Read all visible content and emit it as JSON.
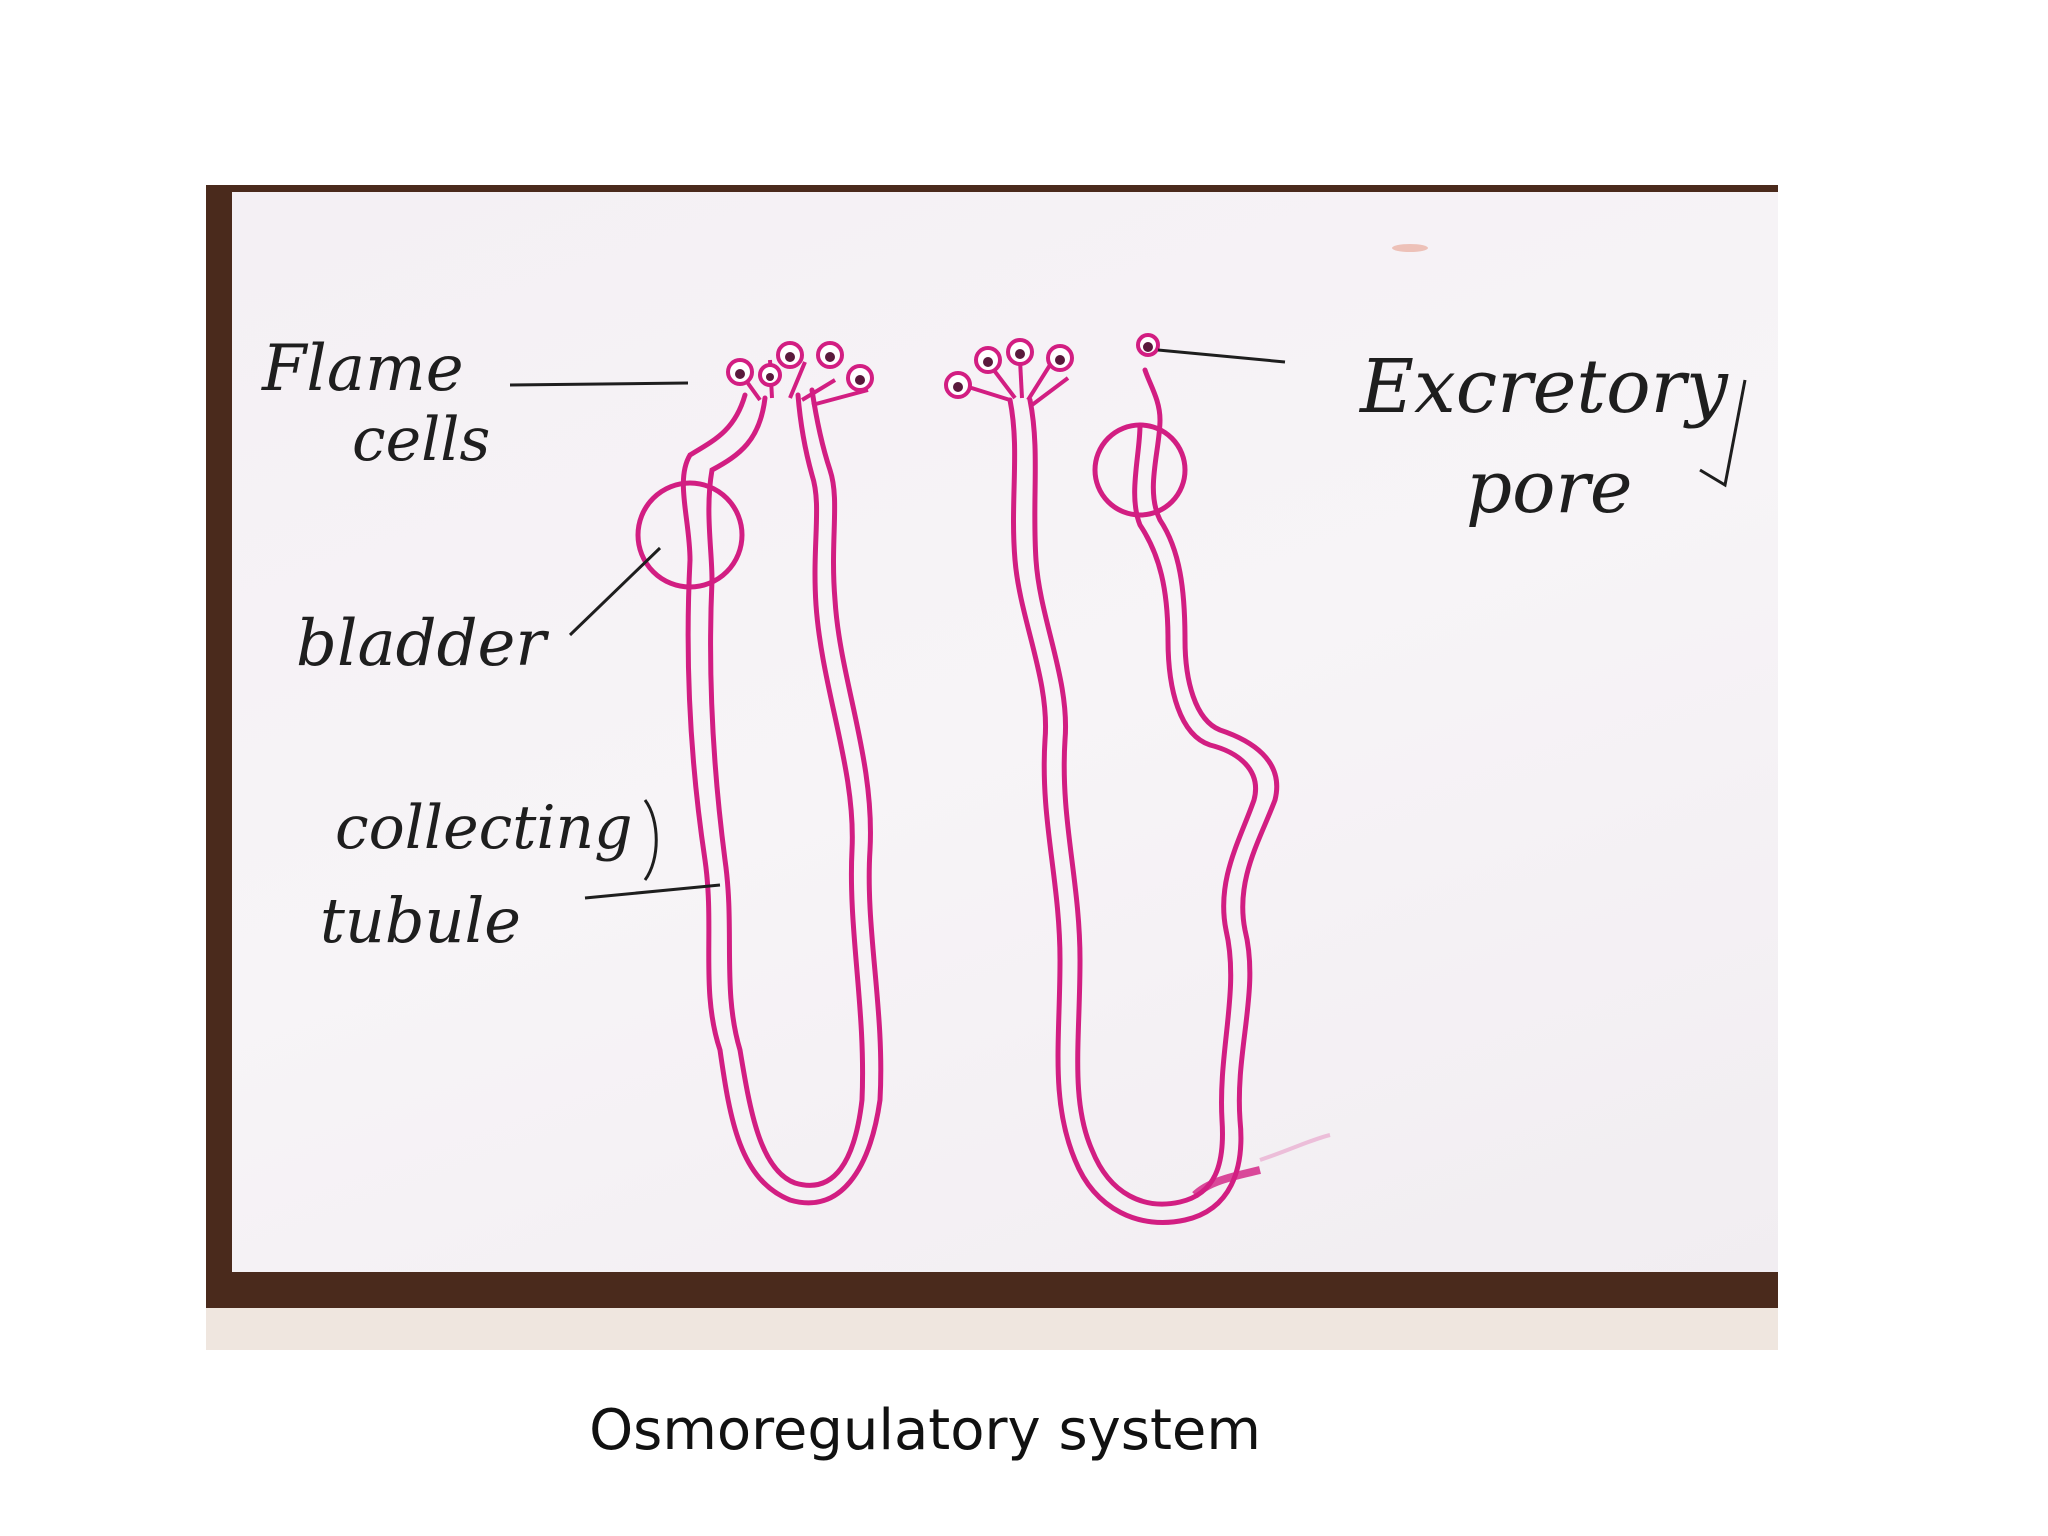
{
  "labels": {
    "flame_cells_line1": "Flame",
    "flame_cells_line2": "cells",
    "bladder": "bladder",
    "collecting_tubule_line1": "collecting",
    "collecting_tubule_line2": "tubule",
    "excretory_pore_line1": "Excretory",
    "excretory_pore_line2": "pore"
  },
  "caption": "Osmoregulatory system",
  "colors": {
    "ink": "#1e1e1e",
    "tubule": "#d21e82",
    "flame_cell_dot": "#5a1a3c"
  }
}
